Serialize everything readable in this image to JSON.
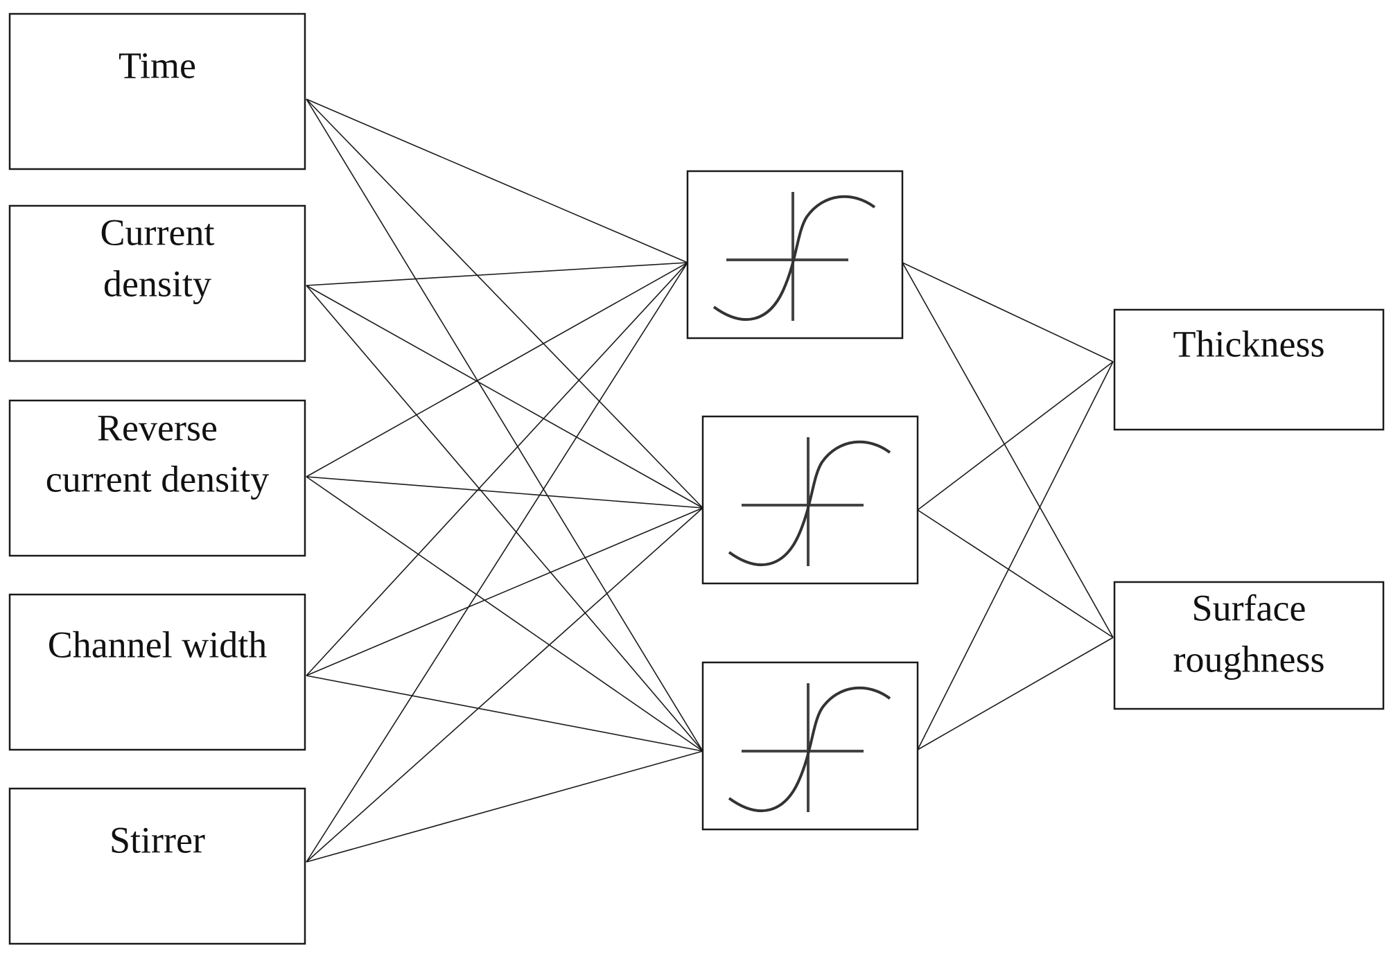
{
  "inputs": [
    {
      "id": "time",
      "lines": [
        "Time"
      ]
    },
    {
      "id": "current-density",
      "lines": [
        "Current",
        "density"
      ]
    },
    {
      "id": "reverse-current-density",
      "lines": [
        "Reverse",
        "current density"
      ]
    },
    {
      "id": "channel-width",
      "lines": [
        "Channel width"
      ]
    },
    {
      "id": "stirrer",
      "lines": [
        "Stirrer"
      ]
    }
  ],
  "hidden": [
    {
      "id": "hidden-1",
      "activation": "sigmoid-icon"
    },
    {
      "id": "hidden-2",
      "activation": "sigmoid-icon"
    },
    {
      "id": "hidden-3",
      "activation": "sigmoid-icon"
    }
  ],
  "outputs": [
    {
      "id": "thickness",
      "lines": [
        "Thickness"
      ]
    },
    {
      "id": "surface-roughness",
      "lines": [
        "Surface",
        "roughness"
      ]
    }
  ]
}
